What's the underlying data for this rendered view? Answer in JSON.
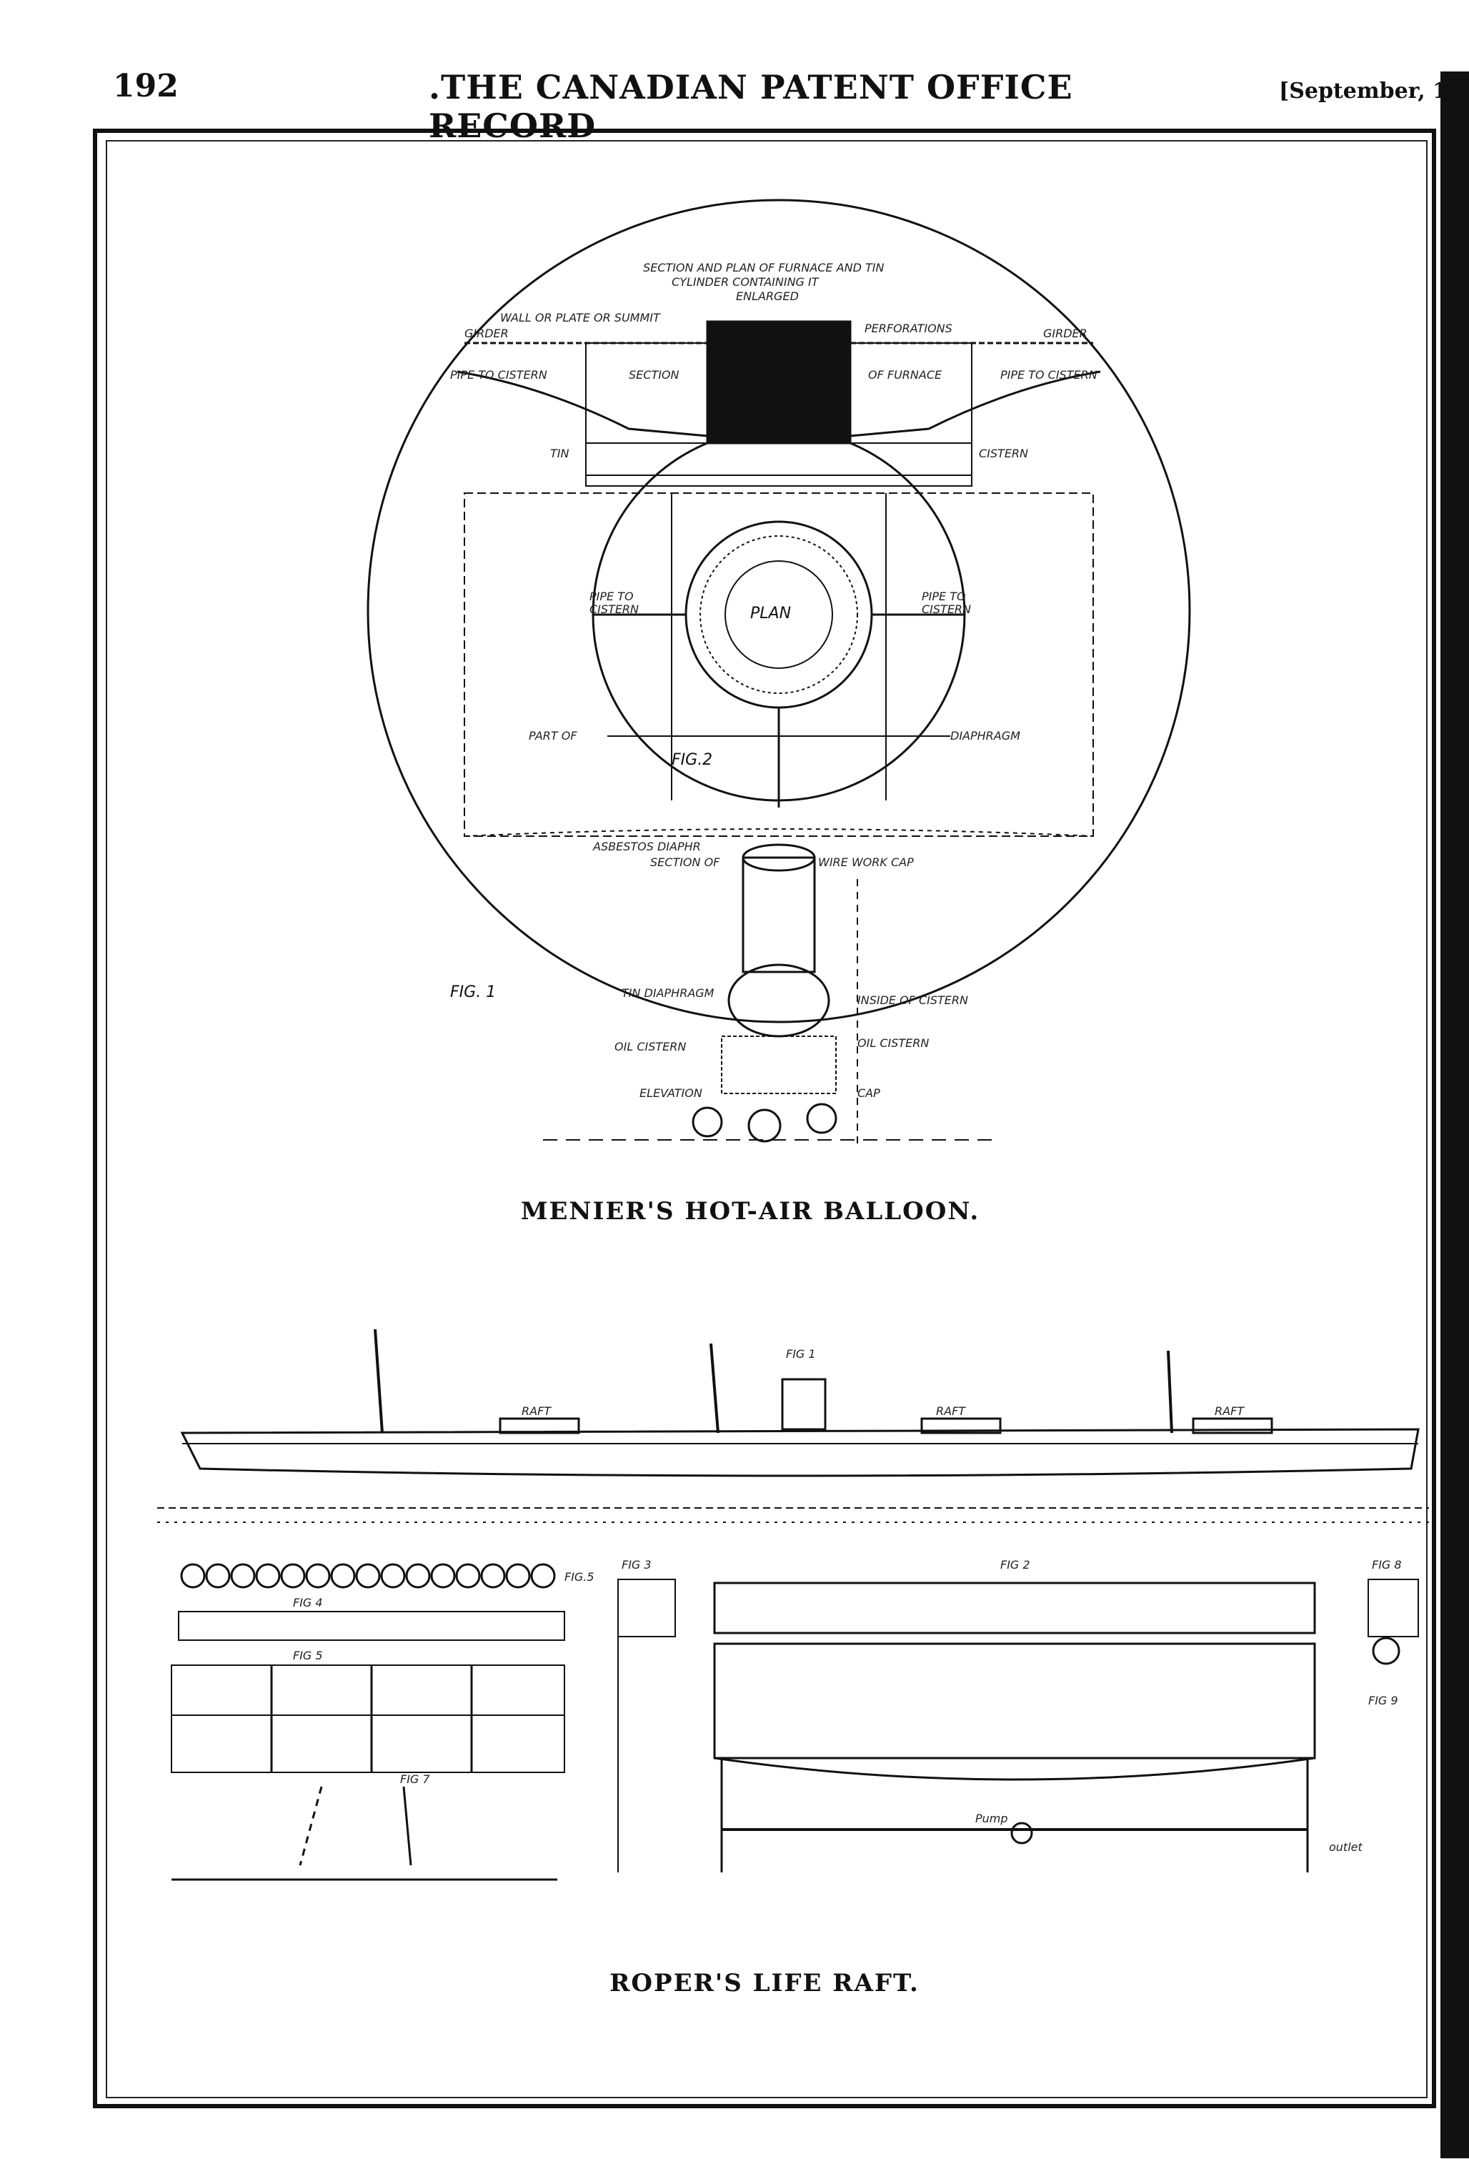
{
  "header": {
    "page_number": "192",
    "running_title": ".THE CANADIAN PATENT OFFICE RECORD",
    "date": "[September, 1"
  },
  "figure1": {
    "caption": "MENIER'S HOT-AIR BALLOON.",
    "labels": {
      "title_a": "SECTION AND PLAN OF FURNACE AND TIN",
      "title_b": "CYLINDER CONTAINING IT",
      "title_c": "ENLARGED",
      "wall": "WALL OR PLATE OR SUMMIT",
      "girder_l": "GIRDER",
      "perforations": "PERFORATIONS",
      "girder_r": "GIRDER",
      "pipe_cistern_l": "PIPE TO CISTERN",
      "pipe_cistern_r": "PIPE TO CISTERN",
      "section": "SECTION",
      "of_furnace": "OF FURNACE",
      "tin": "TIN",
      "cistern": "CISTERN",
      "plan": "PLAN",
      "pipe_to_l": "PIPE TO",
      "cistern_l": "CISTERN",
      "pipe_to_r": "PIPE TO",
      "cistern_r": "CISTERN",
      "part_of": "PART OF",
      "diaphragm": "DIAPHRAGM",
      "fig2": "FIG.2",
      "asbestos": "ASBESTOS DIAPHR",
      "section_of": "SECTION OF",
      "wire_cap": "WIRE WORK CAP",
      "fig1": "FIG. 1",
      "tin_diaphragm": "TIN DIAPHRAGM",
      "inside_cistern": "INSIDE OF CISTERN",
      "oil_cistern_l": "OIL CISTERN",
      "oil_cistern_r": "OIL CISTERN",
      "elevation": "ELEVATION",
      "cap": "CAP"
    }
  },
  "figure2": {
    "caption": "ROPER'S LIFE RAFT.",
    "labels": {
      "fig1": "FIG 1",
      "raft_a": "RAFT",
      "raft_b": "RAFT",
      "raft_c": "RAFT",
      "fig2": "FIG 2",
      "fig3": "FIG 3",
      "fig4": "FIG 4",
      "fig5a": "FIG.5",
      "fig5b": "FIG 5",
      "fig7": "FIG 7",
      "fig8": "FIG 8",
      "fig9": "FIG 9",
      "pump": "Pump",
      "outlet": "outlet"
    }
  }
}
